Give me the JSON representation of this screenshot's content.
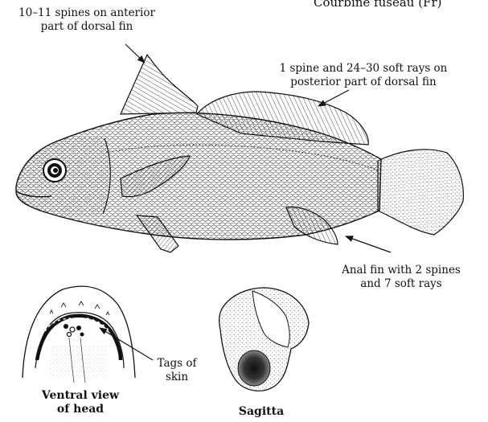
{
  "header": {
    "partial_title": "Courbine fuseau (Fr)"
  },
  "annotations": {
    "spines_anterior": [
      "10–11 spines on anterior",
      "part of dorsal fin"
    ],
    "spine_posterior": [
      "1 spine and 24–30 soft rays on",
      "posterior part of dorsal fin"
    ],
    "anal_fin": [
      "Anal fin with 2 spines",
      "and 7 soft rays"
    ],
    "tags": [
      "Tags of",
      "skin"
    ]
  },
  "captions": {
    "ventral": [
      "Ventral view",
      "of head"
    ],
    "sagitta": "Sagitta"
  }
}
